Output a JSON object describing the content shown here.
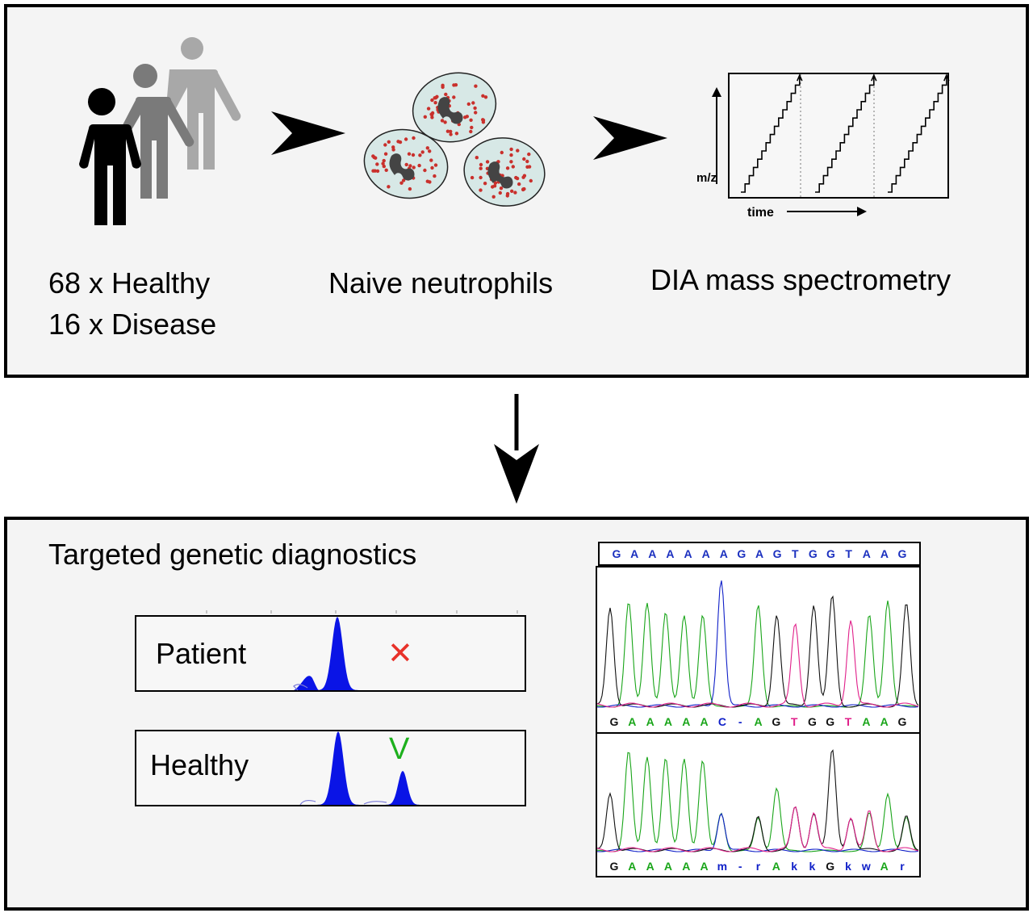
{
  "top": {
    "cohort_lines": [
      "68 x Healthy",
      "16 x Disease"
    ],
    "neutrophil_label": "Naive neutrophils",
    "ms_label": "DIA mass spectrometry",
    "ms_plot": {
      "y_axis": "m/z",
      "x_axis": "time"
    }
  },
  "bottom": {
    "title": "Targeted genetic diagnostics",
    "patient": {
      "label": "Patient",
      "mark": "✕",
      "mark_color": "#e8322a"
    },
    "healthy": {
      "label": "Healthy",
      "mark": "V",
      "mark_color": "#1db01d"
    },
    "peak_color": "#0a14e6",
    "reference_sequence": [
      "G",
      "A",
      "A",
      "A",
      "A",
      "A",
      "A",
      "G",
      "A",
      "G",
      "T",
      "G",
      "G",
      "T",
      "A",
      "A",
      "G"
    ],
    "patient_sequence": [
      "G",
      "A",
      "A",
      "A",
      "A",
      "A",
      "C",
      "-",
      "A",
      "G",
      "T",
      "G",
      "G",
      "T",
      "A",
      "A",
      "G"
    ],
    "healthy_sequence": [
      "G",
      "A",
      "A",
      "A",
      "A",
      "A",
      "m",
      "-",
      "r",
      "A",
      "k",
      "k",
      "G",
      "k",
      "w",
      "A",
      "r"
    ]
  },
  "colors": {
    "A": "#19a519",
    "C": "#1020c8",
    "G": "#111111",
    "T": "#e0208a",
    "other": "#1020c8",
    "reference": "#1a2fbf"
  }
}
